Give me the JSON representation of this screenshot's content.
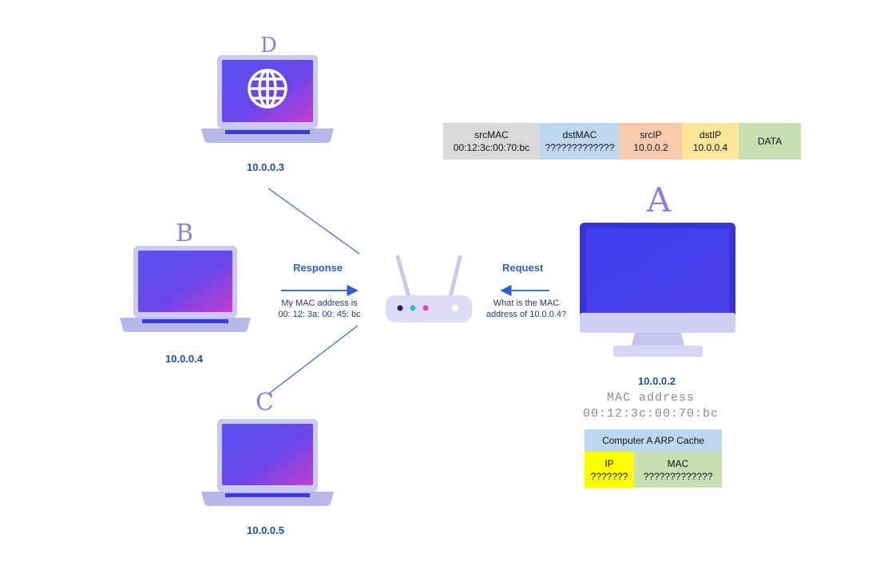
{
  "nodes": {
    "d": {
      "letter": "D",
      "ip": "10.0.0.3"
    },
    "b": {
      "letter": "B",
      "ip": "10.0.0.4"
    },
    "c": {
      "letter": "C",
      "ip": "10.0.0.5"
    },
    "a": {
      "letter": "A",
      "ip": "10.0.0.2",
      "mac_label": "MAC address",
      "mac_value": "00:12:3c:00:70:bc"
    }
  },
  "response": {
    "title": "Response",
    "line1": "My MAC address is",
    "line2": "00: 12: 3a: 00: 45: bc"
  },
  "request": {
    "title": "Request",
    "line1": "What is the MAC",
    "line2": "address of 10.0.0.4?"
  },
  "frame": {
    "src_mac": {
      "label": "srcMAC",
      "value": "00:12:3c:00:70:bc"
    },
    "dst_mac": {
      "label": "dstMAC",
      "value": "?????????????"
    },
    "src_ip": {
      "label": "srcIP",
      "value": "10.0.0.2"
    },
    "dst_ip": {
      "label": "dstIP",
      "value": "10.0.0.4"
    },
    "data": {
      "label": "DATA"
    }
  },
  "arp_cache": {
    "title": "Computer A ARP Cache",
    "ip": {
      "label": "IP",
      "value": "???????"
    },
    "mac": {
      "label": "MAC",
      "value": "?????????????"
    }
  },
  "colors": {
    "src_mac": "#d9d9d9",
    "dst_mac": "#bdd7ee",
    "src_ip": "#f8cbad",
    "dst_ip": "#ffe699",
    "data": "#c6e0b4",
    "arp_title": "#bdd7ee",
    "arp_ip": "#ffff00",
    "arp_mac": "#c6e0b4",
    "screen_start": "#5b4ff0",
    "screen_end": "#b13fd6",
    "laptop_body": "#c9c9f2",
    "accent_blue": "#2c5fd6",
    "letter": "#8a7fe0"
  }
}
